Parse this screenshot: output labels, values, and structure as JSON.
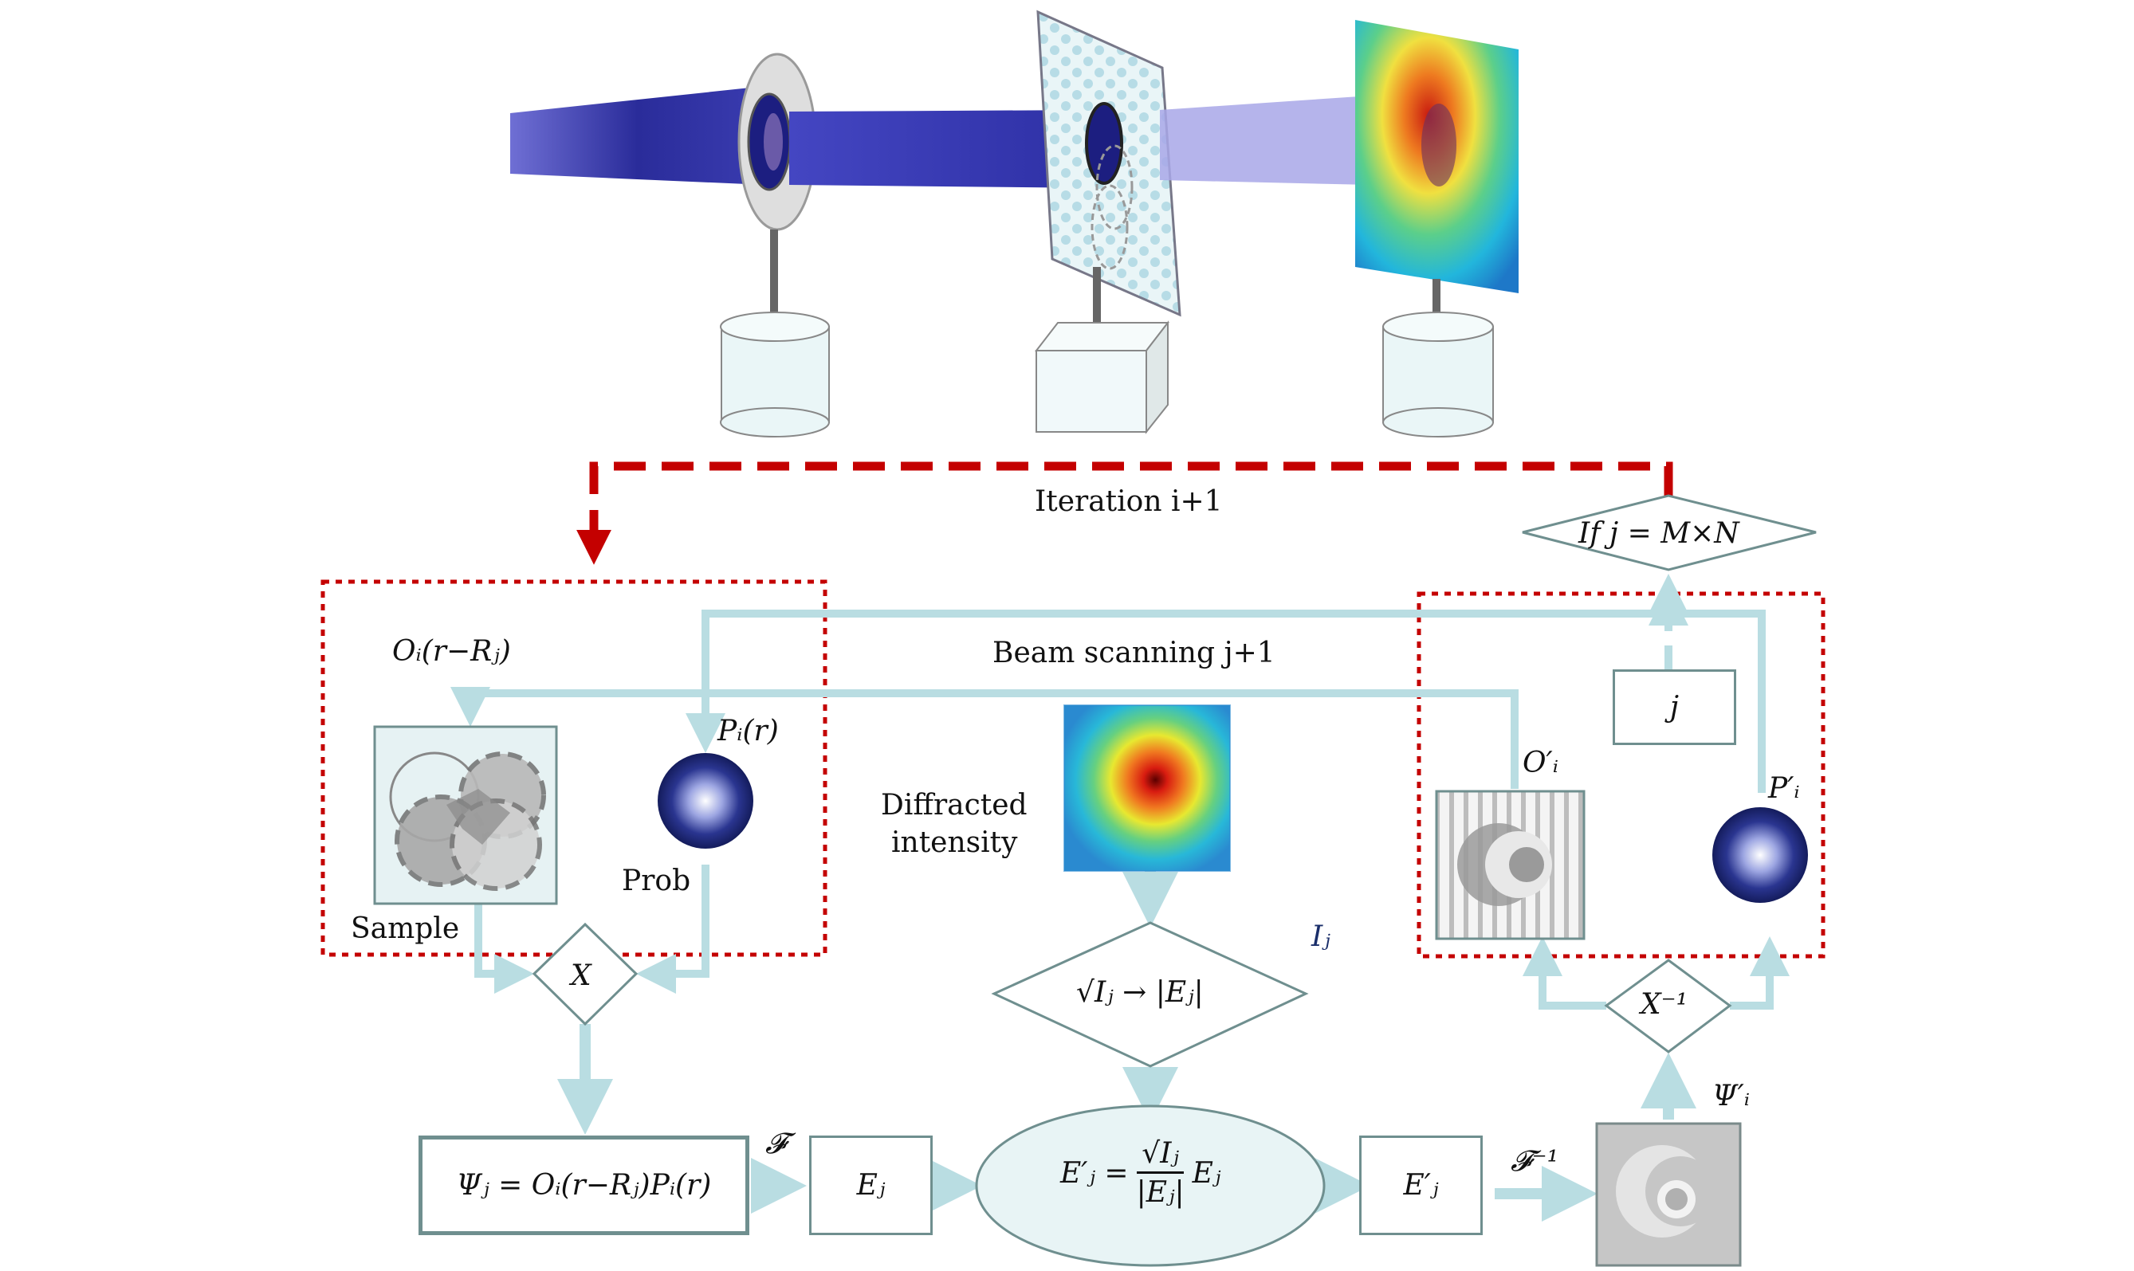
{
  "iteration_label": "Iteration i+1",
  "loop_condition": "If j = M×N",
  "beam_scanning_label": "Beam scanning j+1",
  "object_label": "Oᵢ(r−Rⱼ)",
  "probe_label": "Pᵢ(r)",
  "sample_label": "Sample",
  "probe_name": "Prob",
  "multiply_label": "X",
  "diffracted_label": [
    "Diffracted",
    "intensity"
  ],
  "intensity_label": "Iⱼ",
  "modulus_label": "√Iⱼ → |Eⱼ|",
  "exit_wave_label": "Ψⱼ = Oᵢ(r−Rⱼ)Pᵢ(r)",
  "fourier_label": "𝓕",
  "field_label": "Eⱼ",
  "update_equation": {
    "lhs": "E′ⱼ =",
    "numerator": "√Iⱼ",
    "denominator": "|Eⱼ|",
    "rhs": "Eⱼ"
  },
  "updated_field_label": "E′ⱼ",
  "inverse_fourier_label": "𝓕⁻¹",
  "updated_exit_label": "Ψ′ᵢ",
  "inverse_multiply_label": "X⁻¹",
  "updated_object_label": "O′ᵢ",
  "updated_probe_label": "P′ᵢ",
  "scan_index_label": "j",
  "colors": {
    "flow": "#b9dde2",
    "box_border": "#6f8f8f",
    "loop": "#c40000",
    "region": "#c40000",
    "probe": "#1f2a78",
    "beam": "#2a2c9a"
  }
}
